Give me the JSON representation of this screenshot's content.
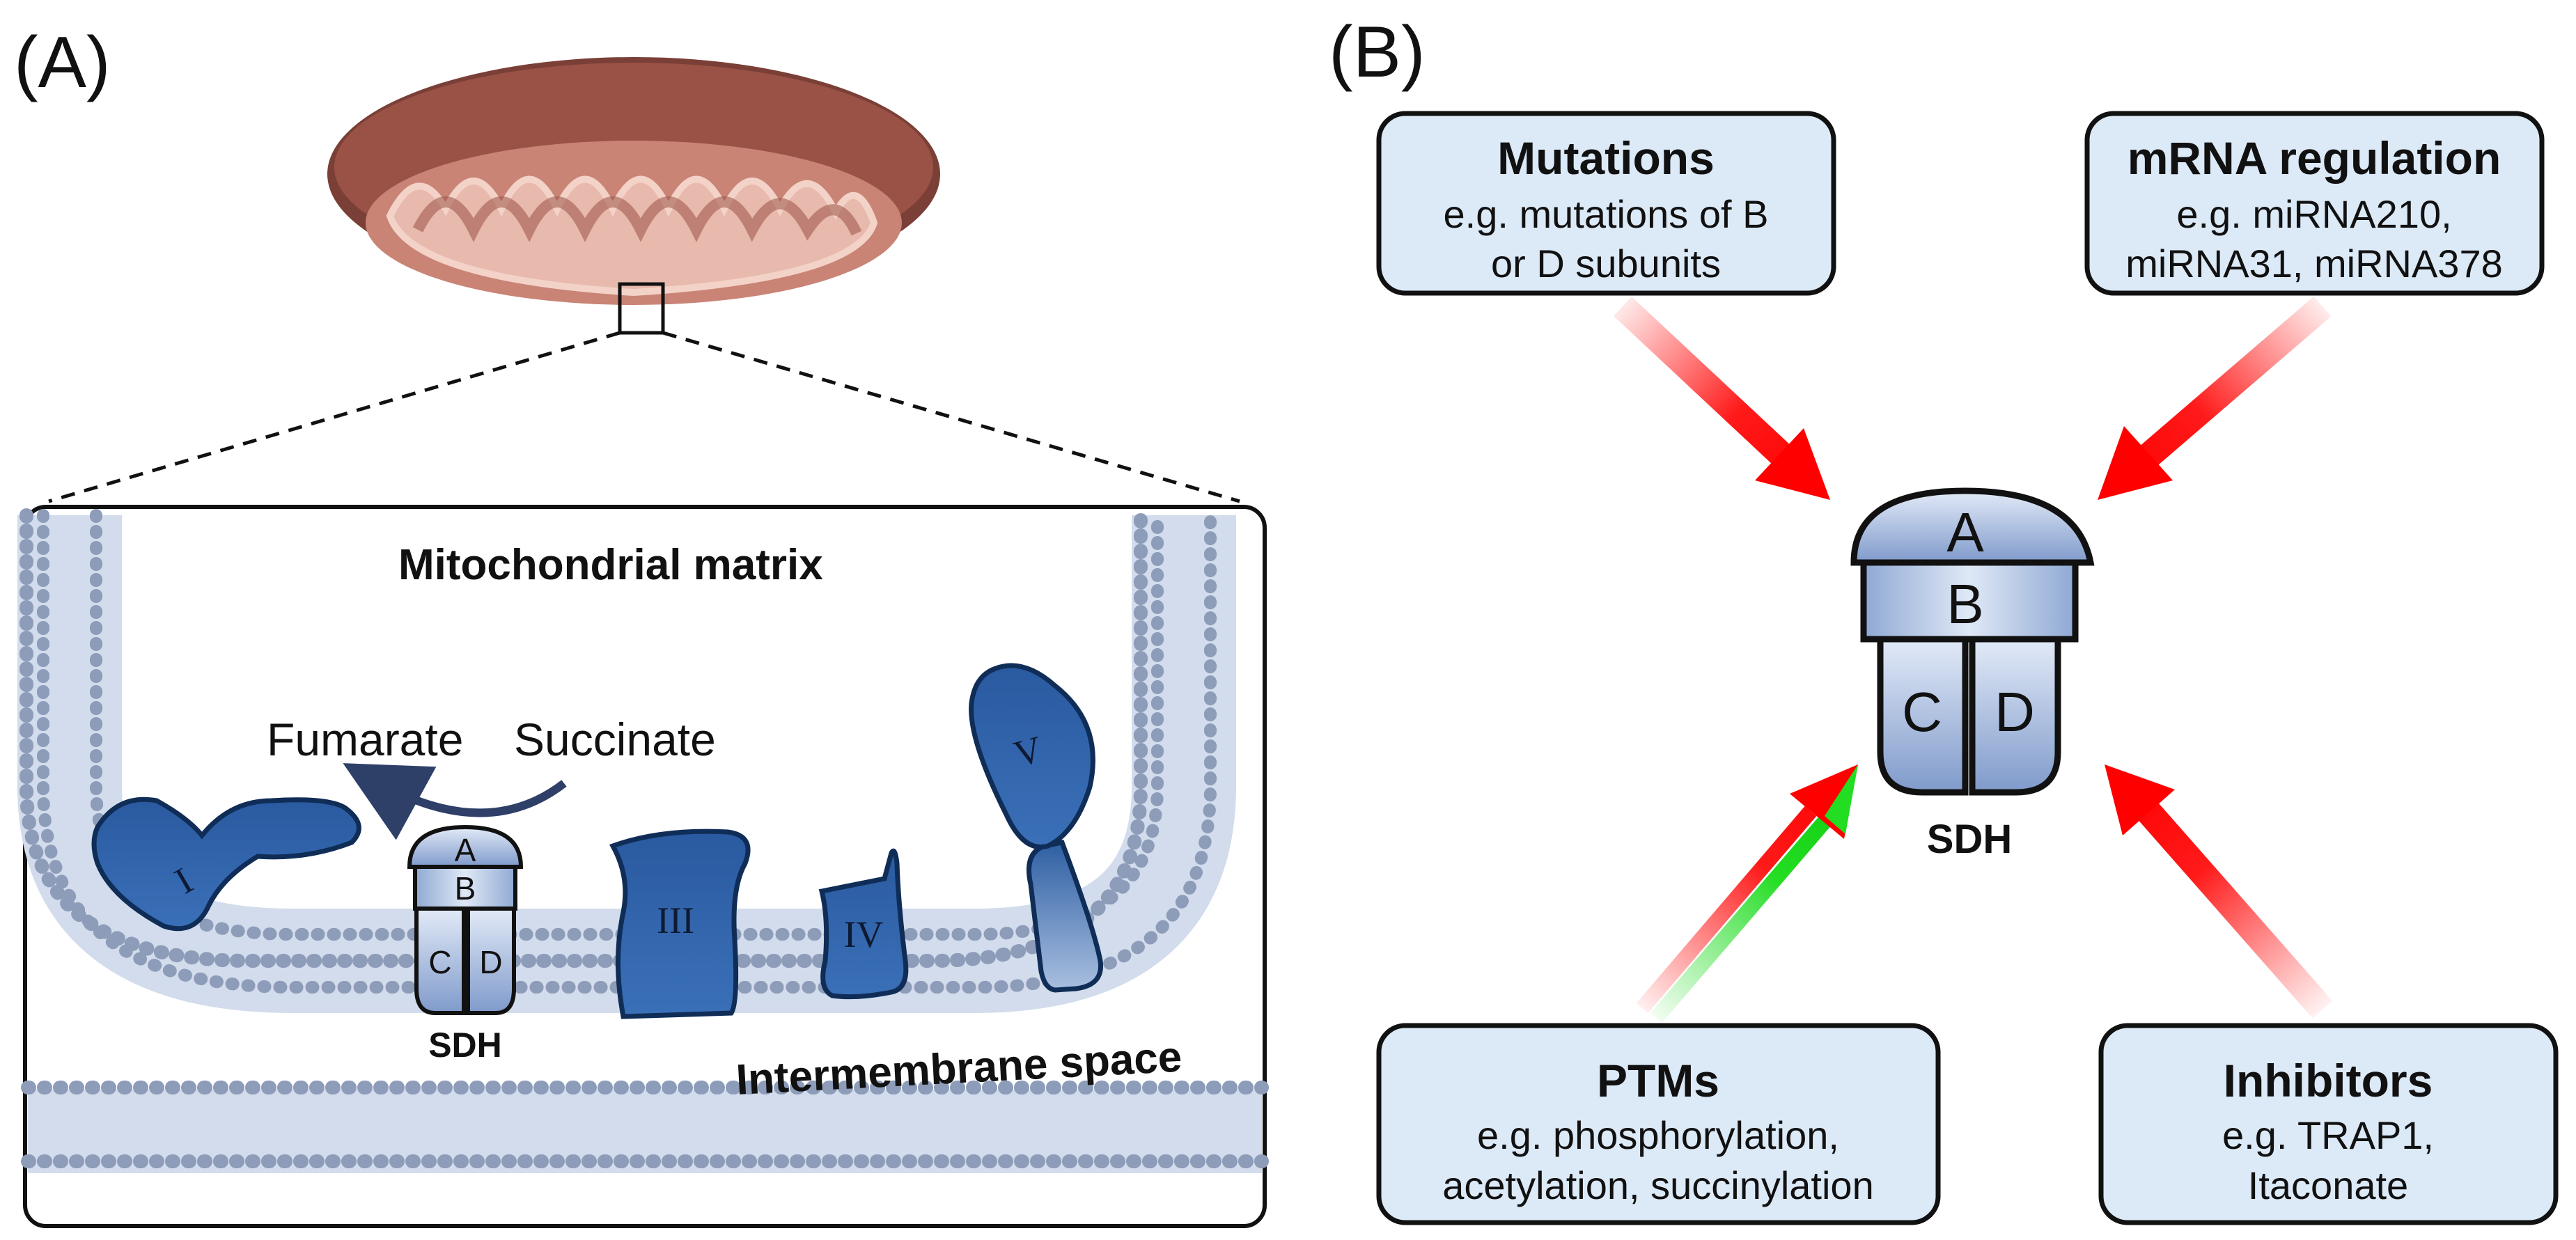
{
  "panel_a": {
    "label": "(A)",
    "matrix_label": "Mitochondrial matrix",
    "ims_label": "Intermembrane space",
    "fumarate": "Fumarate",
    "succinate": "Succinate",
    "complexes": [
      "I",
      "III",
      "IV",
      "V"
    ],
    "sdh": {
      "a": "A",
      "b": "B",
      "c": "C",
      "d": "D",
      "label": "SDH"
    }
  },
  "panel_b": {
    "label": "(B)",
    "sdh": {
      "a": "A",
      "b": "B",
      "c": "C",
      "d": "D",
      "label": "SDH"
    },
    "boxes": {
      "mutations": {
        "title": "Mutations",
        "line1": "e.g. mutations of B",
        "line2": "or D subunits"
      },
      "mrna": {
        "title": "mRNA regulation",
        "line1": "e.g. miRNA210,",
        "line2": "miRNA31, miRNA378"
      },
      "ptms": {
        "title": "PTMs",
        "line1": "e.g. phosphorylation,",
        "line2": "acetylation, succinylation"
      },
      "inhibitors": {
        "title": "Inhibitors",
        "line1": "e.g. TRAP1,",
        "line2": "Itaconate"
      }
    }
  },
  "colors": {
    "box_fill": "#dce9f7",
    "complex_blue": "#2f5f9e",
    "sdh_light": "#c7d6ee",
    "arrow_red": "#ff1a1a",
    "arrow_green": "#33dd33",
    "mito_brown": "#8c4a40",
    "membrane_grey": "#8797b3"
  }
}
